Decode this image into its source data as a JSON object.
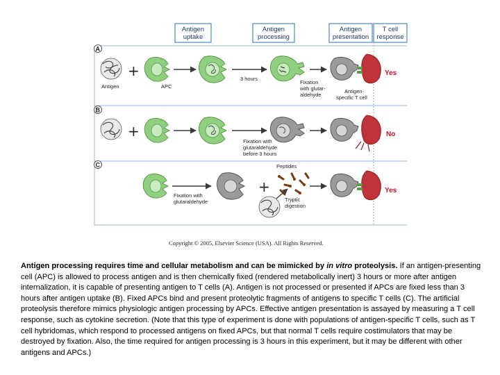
{
  "figure": {
    "headers": [
      {
        "line1": "Antigen",
        "line2": "uptake"
      },
      {
        "line1": "Antigen",
        "line2": "processing"
      },
      {
        "line1": "Antigen",
        "line2": "presentation"
      },
      {
        "line1": "T cell",
        "line2": "response"
      }
    ],
    "panels": [
      {
        "letter": "A",
        "result": "Yes",
        "labels": {
          "antigen": "Antigen",
          "apc": "APC",
          "time": "3 hours",
          "fixation_1": "Fixation",
          "fixation_2": "with glutar-",
          "fixation_3": "aldehyde",
          "tcell_1": "Antigen-",
          "tcell_2": "specific T cell"
        }
      },
      {
        "letter": "B",
        "result": "No",
        "labels": {
          "fixation_1": "Fixation with",
          "fixation_2": "glutaraldehyde",
          "fixation_3": "before 3 hours"
        }
      },
      {
        "letter": "C",
        "result": "Yes",
        "labels": {
          "fixation_1": "Fixation with",
          "fixation_2": "glutaraldehyde",
          "peptides": "Peptides",
          "tryptic_1": "Tryptic",
          "tryptic_2": "digestion"
        }
      }
    ],
    "copyright": "Copyright © 2005, Elsevier Science (USA). All Rights Reserved.",
    "colors": {
      "header_box": "#4a86c5",
      "apc_green": "#8fcf7f",
      "apc_green_dark": "#5a9a4a",
      "apc_gray": "#9a9a9a",
      "tcell_red": "#c0333a",
      "result_red": "#c8102e"
    }
  },
  "caption": {
    "bold_prefix": "Antigen processing requires time and cellular metabolism and can be mimicked by ",
    "bold_italic": "in vitro",
    "bold_suffix": " proteolysis.",
    "body": " If an antigen-presenting cell (APC) is allowed to process antigen and is then chemically fixed (rendered metabolically inert) 3 hours or more after antigen internalization, it is capable of presenting antigen to T cells (A). Antigen is not processed or presented if APCs are fixed less than 3 hours after antigen uptake (B). Fixed APCs bind and present proteolytic fragments of antigens to specific T cells (C). The artificial proteolysis therefore mimics physiologic antigen processing by APCs. Effective antigen presentation is assayed by measuring a T cell response, such as cytokine secretion. (Note that this type of experiment is done with populations of antigen-specific T cells, such as T cell hybridomas, which respond to processed antigens on fixed APCs, but that normal T cells require costimulators that may be destroyed by fixation. Also, the time required for antigen processing is 3 hours in this experiment, but it may be different with other antigens and APCs.)"
  }
}
